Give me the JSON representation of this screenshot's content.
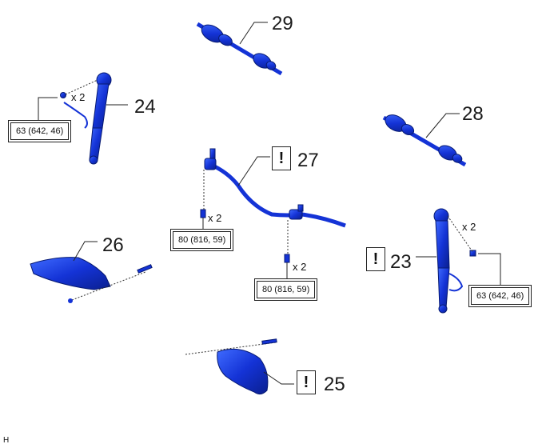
{
  "parts": {
    "p29": {
      "number": "29"
    },
    "p28": {
      "number": "28"
    },
    "p27": {
      "number": "27",
      "warn": "!"
    },
    "p26": {
      "number": "26"
    },
    "p25": {
      "number": "25",
      "warn": "!"
    },
    "p24": {
      "number": "24",
      "torque": "63 (642, 46)",
      "qty": "x 2"
    },
    "p23": {
      "number": "23",
      "warn": "!",
      "torque": "63 (642, 46)",
      "qty": "x 2"
    }
  },
  "stabilizer": {
    "left_torque": "80 (816, 59)",
    "left_qty": "x 2",
    "right_torque": "80 (816, 59)",
    "right_qty": "x 2"
  },
  "footer_code": "H",
  "part_color": "#1433d6"
}
